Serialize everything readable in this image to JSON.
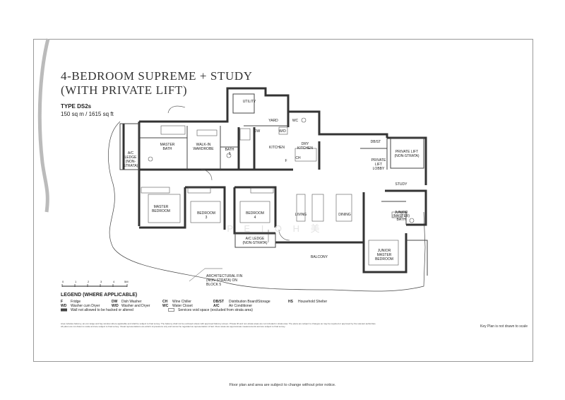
{
  "title": {
    "line1": "4-BEDROOM SUPREME + STUDY",
    "line2": "(WITH PRIVATE LIFT)"
  },
  "unit_type": "TYPE DS2s",
  "area": "150 sq m / 1615 sq ft",
  "rooms": {
    "utility": "UTILITY",
    "yard": "YARD",
    "wc": "WC",
    "wd": "W/D",
    "dw": "DW",
    "kitchen": "KITCHEN",
    "dry_kitchen": [
      "DRY",
      "KITCHEN"
    ],
    "ch": "CH",
    "db_st": "DB/ST",
    "private_lift_lobby": [
      "PRIVATE",
      "LIFT",
      "LOBBY"
    ],
    "private_lift": [
      "PRIVATE LIFT",
      "(NON-STRATA)"
    ],
    "master_bath": [
      "MASTER",
      "BATH"
    ],
    "walk_in_wardrobe": [
      "WALK-IN",
      "WARDROBE"
    ],
    "bath3": [
      "BATH",
      "3"
    ],
    "ac_ledge_left": [
      "A/C",
      "LEDGE",
      "(NON-",
      "STRATA)"
    ],
    "master_bedroom": [
      "MASTER",
      "BEDROOM"
    ],
    "bedroom3": [
      "BEDROOM",
      "3"
    ],
    "bedroom4": [
      "BEDROOM",
      "4"
    ],
    "living": "LIVING",
    "dining": "DINING",
    "study": "STUDY",
    "junior_master_bath": [
      "JUNIOR",
      "(MASTER)",
      "BATH"
    ],
    "ac_ledge_bottom": [
      "A/C LEDGE",
      "(NON-STRATA)"
    ],
    "balcony": "BALCONY",
    "junior_master_bedroom": [
      "JUNIOR",
      "MASTER",
      "BEDROOM"
    ],
    "fin_note": [
      "ARCHITECTURAL FIN",
      "(NON-STRATA) ON",
      "BLOCK 5"
    ],
    "f": "F"
  },
  "watermark": "P  E  I  O  H  美",
  "scale": {
    "ticks": [
      "0",
      "1",
      "2",
      "3",
      "4"
    ],
    "unit": "5M"
  },
  "legend": {
    "title": "LEGEND (WHERE APPLICABLE)",
    "rows": [
      [
        {
          "k": "F",
          "v": "Fridge"
        },
        {
          "k": "DW",
          "v": "Dish Washer"
        },
        {
          "k": "CH",
          "v": "Wine Chiller"
        },
        {
          "k": "DB/ST",
          "v": "Distribution Board/Storage"
        },
        {
          "k": "HS",
          "v": "Household Shelter"
        }
      ],
      [
        {
          "k": "WD",
          "v": "Washer cum Dryer"
        },
        {
          "k": "W/D",
          "v": "Washer and Dryer"
        },
        {
          "k": "WC",
          "v": "Water Closet"
        },
        {
          "k": "A/C",
          "v": "Air Conditioner"
        }
      ]
    ],
    "wall_note": "Wall not allowed to be hacked or altered",
    "void_note": "Services void space (excluded from strata area)"
  },
  "disclaimer": "Area includes balcony, air-con ledge and bay window where applicable and shall be subject to final survey. The balcony shall not be enclosed unless with approved balcony screen. Private lift and non-strata areas are not included in strata area. The plans are subject to changes as may be required or approved by the relevant authorities. All plans are not drawn to scale and are subject to final survey. Visual representations are artist's impressions only and cannot be regarded as representation of fact. Floor areas are approximate measurements and are subject to final survey.",
  "key_plan_note": "Key Plan is not drawn to scale",
  "footer": "Floor plan and area are subject to change without prior notice."
}
